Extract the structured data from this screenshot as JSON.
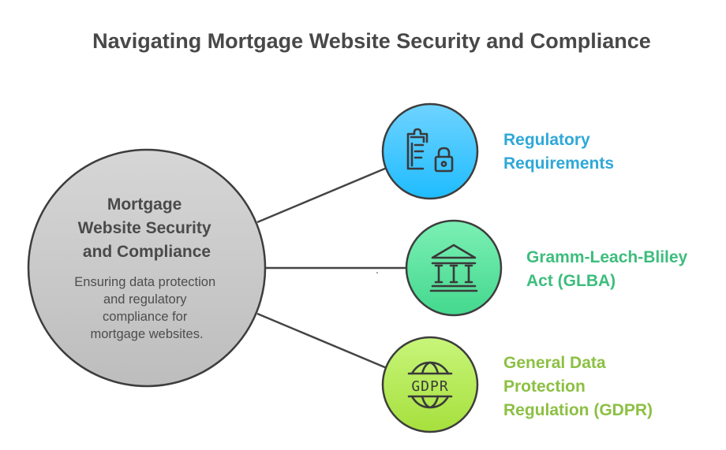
{
  "title": "Navigating Mortgage Website Security and Compliance",
  "center": {
    "title_lines": [
      "Mortgage",
      "Website Security",
      "and Compliance"
    ],
    "description_lines": [
      "Ensuring data protection",
      "and regulatory",
      "compliance for",
      "mortgage websites."
    ],
    "fill_top": "#d6d6d6",
    "fill_bottom": "#bdbdbd"
  },
  "nodes": [
    {
      "id": "regulatory-requirements",
      "label_lines": [
        "Regulatory",
        "Requirements"
      ],
      "icon": "clipboard-lock-icon",
      "label_color": "#2ea8d8",
      "fill_top": "#6fd3ff",
      "fill_bottom": "#1fbcff"
    },
    {
      "id": "glba",
      "label_lines": [
        "Gramm-Leach-Bliley",
        "Act (GLBA)"
      ],
      "icon": "bank-building-icon",
      "label_color": "#3dbd7d",
      "fill_top": "#7cf0b4",
      "fill_bottom": "#44d88e"
    },
    {
      "id": "gdpr",
      "label_lines": [
        "General Data",
        "Protection",
        "Regulation (GDPR)"
      ],
      "icon": "gdpr-globe-icon",
      "icon_text": "GDPR",
      "label_color": "#8cc043",
      "fill_top": "#c8f57a",
      "fill_bottom": "#a6e03d"
    }
  ]
}
